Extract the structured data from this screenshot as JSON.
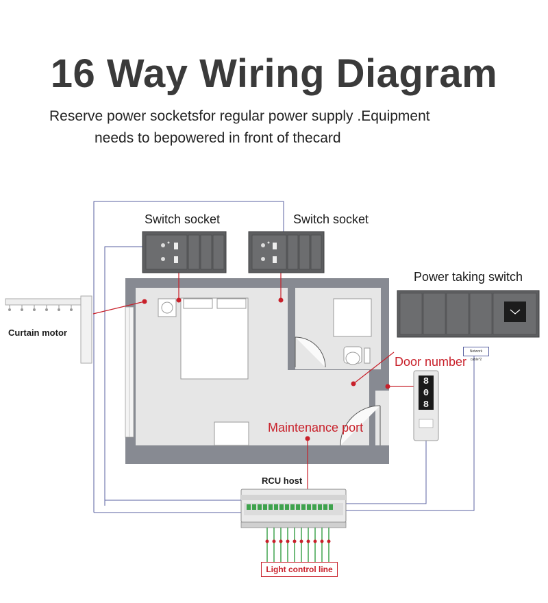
{
  "title": "16 Way Wiring Diagram",
  "subtitle": {
    "line1": "Reserve power socketsfor regular power supply .Equipment",
    "line2": "needs to bepowered in front of thecard"
  },
  "labels": {
    "switch_socket_left": "Switch socket",
    "switch_socket_right": "Switch socket",
    "power_taking_switch": "Power taking switch",
    "curtain_motor": "Curtain motor",
    "door_number": "Door number",
    "maintenance_port": "Maintenance port",
    "rcu_host": "RCU host",
    "light_control_line": "Light control line",
    "network_cable": "Network cable*2"
  },
  "door_display_digits": [
    "8",
    "0",
    "8"
  ],
  "colors": {
    "wire": "#5860a0",
    "red_wire": "#c8202a",
    "wall": "#878a92",
    "floor": "#e6e6e6",
    "panel": "#5d5e60",
    "title": "#3a3a3a"
  }
}
